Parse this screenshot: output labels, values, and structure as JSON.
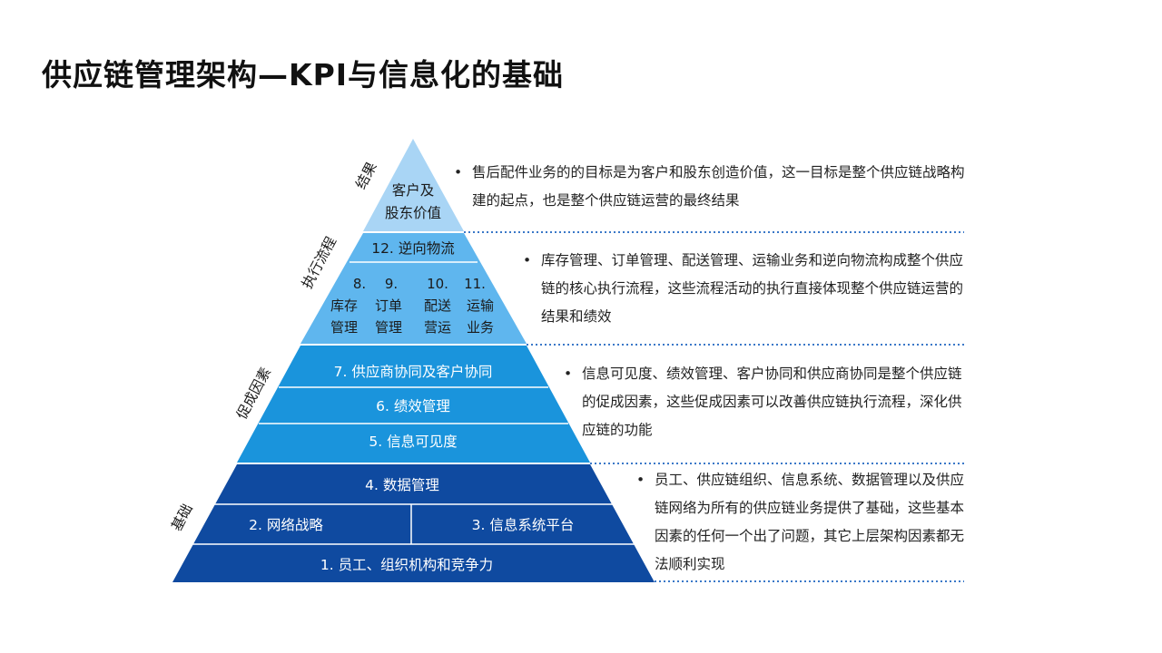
{
  "title": "供应链管理架构—KPI与信息化的基础",
  "side_labels": {
    "result": "结果",
    "execution": "执行流程",
    "enablers": "促成因素",
    "foundation": "基础"
  },
  "pyramid": {
    "apex": {
      "line1": "客户及",
      "line2": "股东价值"
    },
    "reverse_logistics": "12. 逆向物流",
    "processes": [
      {
        "num": "8.",
        "line1": "库存",
        "line2": "管理"
      },
      {
        "num": "9.",
        "line1": "订单",
        "line2": "管理"
      },
      {
        "num": "10.",
        "line1": "配送",
        "line2": "营运"
      },
      {
        "num": "11.",
        "line1": "运输",
        "line2": "业务"
      }
    ],
    "collaboration": "7. 供应商协同及客户协同",
    "performance": "6. 绩效管理",
    "visibility": "5. 信息可见度",
    "data_management": "4. 数据管理",
    "network_strategy": "2. 网络战略",
    "info_system": "3. 信息系统平台",
    "people": "1. 员工、组织机构和竞争力"
  },
  "descriptions": {
    "bullet": "•",
    "result": "售后配件业务的的目标是为客户和股东创造价值，这一目标是整个供应链战略构建的起点，也是整个供应链运营的最终结果",
    "execution": "库存管理、订单管理、配送管理、运输业务和逆向物流构成整个供应链的核心执行流程，这些流程活动的执行直接体现整个供应链运营的结果和绩效",
    "enablers": "信息可见度、绩效管理、客户协同和供应商协同是整个供应链的促成因素，这些促成因素可以改善供应链执行流程，深化供应链的功能",
    "foundation": "员工、供应链组织、信息系统、数据管理以及供应链网络为所有的供应链业务提供了基础，这些基本因素的任何一个出了问题，其它上层架构因素都无法顺利实现"
  },
  "colors": {
    "apex": "#a9d5f5",
    "execution": "#5fb6ee",
    "enablers": "#1a94dc",
    "foundation": "#0f4aa0",
    "divider": "#3a78c8"
  }
}
